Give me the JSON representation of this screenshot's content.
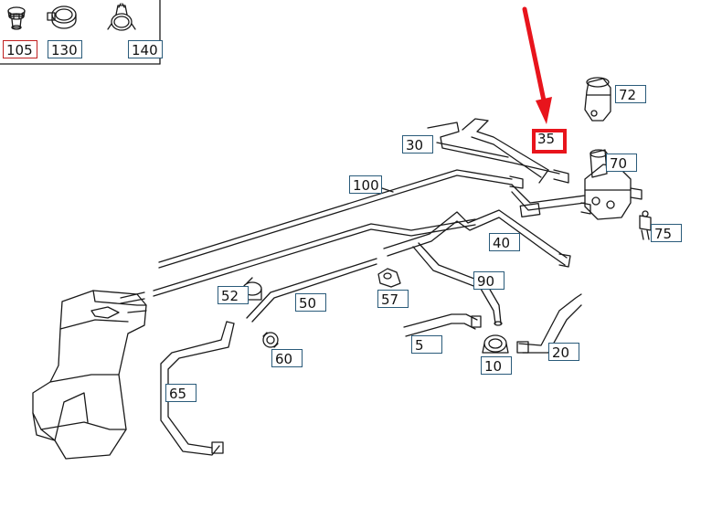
{
  "colors": {
    "line": "#1a1a1a",
    "callout_border": "#2a5b7a",
    "highlight": "#e8141c",
    "arrow": "#e8141c"
  },
  "thumbnails": [
    {
      "number": "105",
      "icon": "grommet-icon"
    },
    {
      "number": "130",
      "icon": "hose-clamp-icon"
    },
    {
      "number": "140",
      "icon": "spring-clamp-icon"
    }
  ],
  "parts": {
    "p5": "5",
    "p10": "10",
    "p20": "20",
    "p30": "30",
    "p35": "35",
    "p40": "40",
    "p50": "50",
    "p52": "52",
    "p57": "57",
    "p60": "60",
    "p65": "65",
    "p70": "70",
    "p72": "72",
    "p75": "75",
    "p90": "90",
    "p100": "100"
  },
  "highlighted_part": "35"
}
